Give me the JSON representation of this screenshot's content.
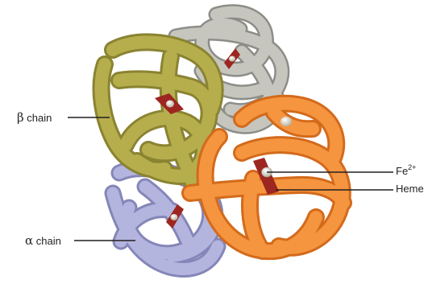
{
  "labels": {
    "beta": {
      "symbol": "β",
      "text": "chain"
    },
    "alpha": {
      "symbol": "α",
      "text": "chain"
    },
    "iron": {
      "base": "Fe",
      "superscript": "2+"
    },
    "heme": {
      "text": "Heme"
    }
  },
  "colors": {
    "beta_subunit": "#b3ab4a",
    "beta_subunit_back": "#a7a7a2",
    "alpha_subunit": "#a5a6d3",
    "alpha_subunit_right": "#f5923e",
    "heme": "#9d2620",
    "iron": "#e7e4d8"
  }
}
